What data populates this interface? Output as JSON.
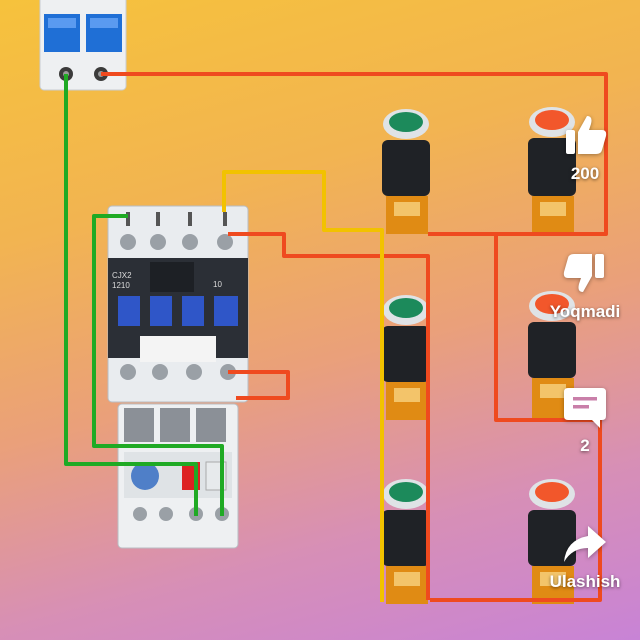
{
  "actions": {
    "like_count": "200",
    "dislike_label": "Yoqmadi",
    "comment_count": "2",
    "share_label": "Ulashish"
  },
  "diagram": {
    "contactor_model": "CJX2\n1210",
    "contactor_aux": "10"
  },
  "colors": {
    "wire_red": "#ef4a1f",
    "wire_green": "#1faa24",
    "wire_yellow": "#f2c200",
    "breaker_blue": "#1f6fd6",
    "contactor_blue": "#2f56c8",
    "button_green": "#1c8a5b",
    "button_red": "#f2572b"
  }
}
